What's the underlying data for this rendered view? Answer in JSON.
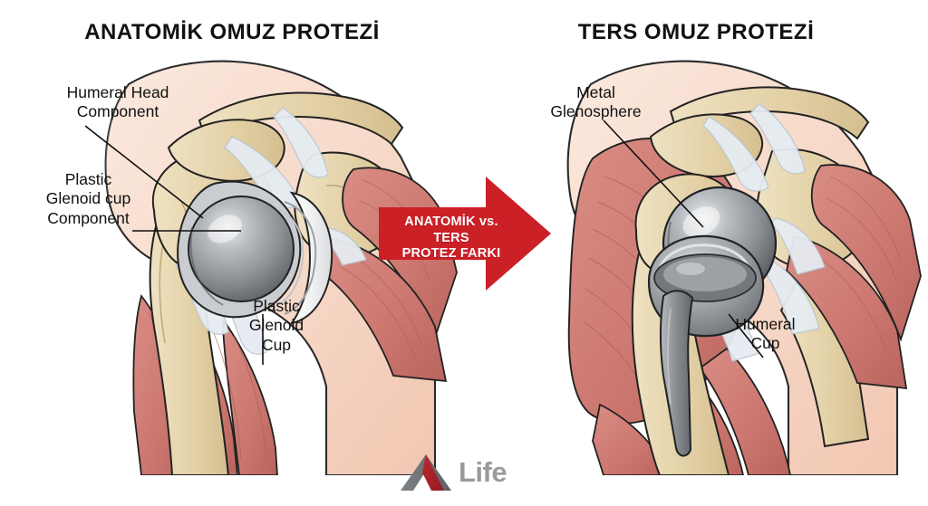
{
  "titles": {
    "left": "ANATOMİK OMUZ PROTEZİ",
    "right": "TERS OMUZ PROTEZİ"
  },
  "left_panel": {
    "annotations": [
      {
        "id": "humeral-head-component",
        "text": "Humeral Head\nComponent"
      },
      {
        "id": "plastic-glenoid-cup-component",
        "text": "Plastic\nGlenoid cup\nComponent"
      },
      {
        "id": "plastic-glenoid-cup",
        "text": "Plastic\nGlenoid\nCup"
      }
    ]
  },
  "right_panel": {
    "annotations": [
      {
        "id": "metal-glenosphere",
        "text": "Metal\nGlenosphere"
      },
      {
        "id": "humeral-cup",
        "text": "Humeral\nCup"
      }
    ]
  },
  "arrow": {
    "label": "ANATOMİK vs. TERS\nPROTEZ FARKI",
    "color": "#cc2027"
  },
  "logo": {
    "mark": "a-triangle-logo",
    "text": "Life",
    "text_color": "#9a9a9e",
    "accent_color": "#c0282f"
  },
  "colors": {
    "background": "#ffffff",
    "skin": "#f6d8c7",
    "skin_light": "#fbe9de",
    "muscle": "#cf7c74",
    "muscle_dark": "#b9655e",
    "bone": "#e2cfa4",
    "bone_light": "#efe2c2",
    "tendon": "#e2e8ee",
    "metal": "#8e9296",
    "metal_light": "#cfd3d6",
    "plastic": "#f3f4f5",
    "outline": "#1a1a1a",
    "title_text": "#111111"
  }
}
